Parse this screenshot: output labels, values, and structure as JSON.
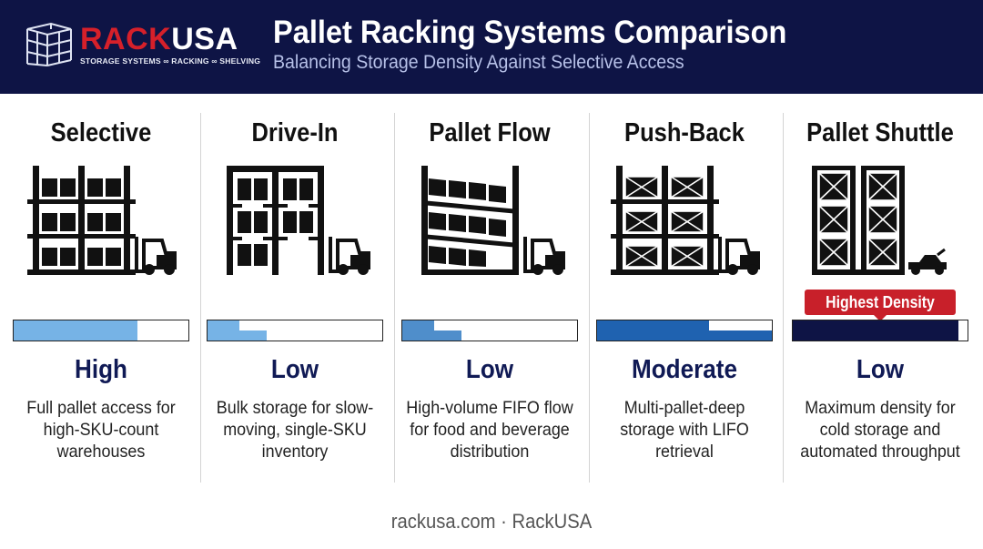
{
  "brand": {
    "name_part1": "RACK",
    "name_part2": "USA",
    "tagline": "STORAGE SYSTEMS ∞ RACKING ∞ SHELVING"
  },
  "header": {
    "title": "Pallet Racking Systems Comparison",
    "subtitle": "Balancing Storage Density Against Selective Access"
  },
  "colors": {
    "header_bg": "#0e1445",
    "accent_red": "#c8202a",
    "rating_text": "#101a55"
  },
  "systems": [
    {
      "name": "Selective",
      "rating": "High",
      "description": "Full pallet access for high-SKU-count warehouses",
      "bar_level": 0.71,
      "bar_color": "#76b3e6"
    },
    {
      "name": "Drive-In",
      "rating": "Low",
      "description": "Bulk storage for slow-moving, single-SKU inventory",
      "bar_level": 0.18,
      "bar_color": "#76b3e6"
    },
    {
      "name": "Pallet Flow",
      "rating": "Low",
      "description": "High-volume FIFO flow for food and beverage distribution",
      "bar_level": 0.18,
      "bar_color": "#4f8ecb"
    },
    {
      "name": "Push-Back",
      "rating": "Moderate",
      "description": "Multi-pallet-deep storage with LIFO retrieval",
      "bar_level": 0.64,
      "bar_color": "#1f62b0"
    },
    {
      "name": "Pallet Shuttle",
      "rating": "Low",
      "description": "Maximum density for cold storage and automated throughput",
      "bar_level": 0.95,
      "bar_color": "#0e1445",
      "badge": "Highest Density"
    }
  ],
  "footer": {
    "text": "rackusa.com · RackUSA"
  }
}
